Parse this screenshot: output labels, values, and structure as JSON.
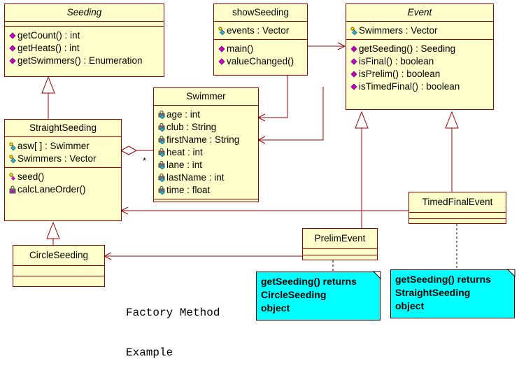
{
  "classes": {
    "seeding": {
      "name": "Seeding",
      "attributes": [],
      "operations": [
        {
          "text": "getCount() : int",
          "icon": "public-operation-icon"
        },
        {
          "text": "getHeats() : int",
          "icon": "public-operation-icon"
        },
        {
          "text": "getSwimmers() : Enumeration",
          "icon": "public-operation-icon"
        }
      ]
    },
    "showSeeding": {
      "name": "showSeeding",
      "attributes": [
        {
          "text": "events : Vector",
          "icon": "protected-attribute-icon"
        }
      ],
      "operations": [
        {
          "text": "main()",
          "icon": "public-operation-icon"
        },
        {
          "text": "valueChanged()",
          "icon": "public-operation-icon"
        }
      ]
    },
    "event": {
      "name": "Event",
      "attributes": [
        {
          "text": "Swimmers : Vector",
          "icon": "protected-attribute-icon"
        }
      ],
      "operations": [
        {
          "text": "getSeeding() : Seeding",
          "icon": "public-operation-icon"
        },
        {
          "text": "isFinal() : boolean",
          "icon": "public-operation-icon"
        },
        {
          "text": "isPrelim() : boolean",
          "icon": "public-operation-icon"
        },
        {
          "text": "isTimedFinal() : boolean",
          "icon": "public-operation-icon"
        }
      ]
    },
    "swimmer": {
      "name": "Swimmer",
      "attributes": [
        {
          "text": "age : int",
          "icon": "private-attribute-icon"
        },
        {
          "text": "club : String",
          "icon": "private-attribute-icon"
        },
        {
          "text": "firstName : String",
          "icon": "private-attribute-icon"
        },
        {
          "text": "heat : int",
          "icon": "private-attribute-icon"
        },
        {
          "text": "lane : int",
          "icon": "private-attribute-icon"
        },
        {
          "text": "lastName : int",
          "icon": "private-attribute-icon"
        },
        {
          "text": "time : float",
          "icon": "private-attribute-icon"
        }
      ],
      "operations": []
    },
    "straightSeeding": {
      "name": "StraightSeeding",
      "attributes": [
        {
          "text": "asw[ ] : Swimmer",
          "icon": "protected-attribute-icon"
        },
        {
          "text": "Swimmers : Vector",
          "icon": "protected-attribute-icon"
        }
      ],
      "operations": [
        {
          "text": "seed()",
          "icon": "protected-operation-icon"
        },
        {
          "text": "calcLaneOrder()",
          "icon": "private-operation-icon"
        }
      ]
    },
    "timedFinalEvent": {
      "name": "TimedFinalEvent"
    },
    "prelimEvent": {
      "name": "PrelimEvent"
    },
    "circleSeeding": {
      "name": "CircleSeeding"
    }
  },
  "multiplicity": "*",
  "notes": {
    "prelim": [
      "getSeeding() returns",
      "CircleSeeding",
      "object"
    ],
    "timedFinal": [
      "getSeeding() returns",
      "StraightSeeding",
      "object"
    ]
  },
  "caption": [
    "Factory Method",
    "Example"
  ],
  "colors": {
    "class_fill": "#ffffcc",
    "class_border": "#990000",
    "line": "#990000",
    "note_fill": "#00ffff",
    "public_icon": "#cc00cc",
    "attribute_icon": "#33aacc"
  }
}
